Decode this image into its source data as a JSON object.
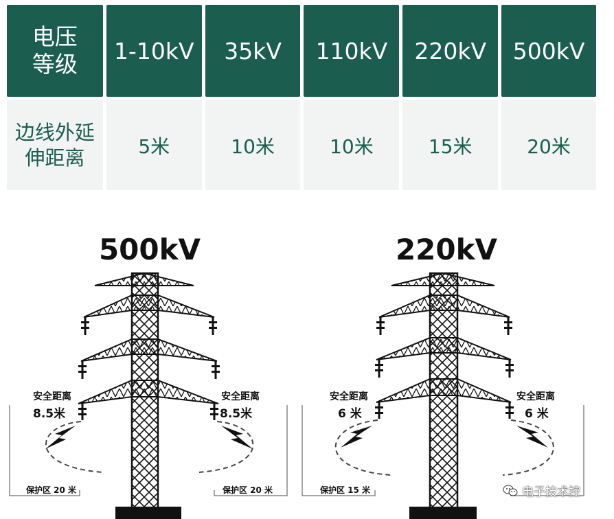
{
  "table": {
    "header_label": "电压等级",
    "voltages": [
      "1-10kV",
      "35kV",
      "110kV",
      "220kV",
      "500kV"
    ],
    "row_label": "边线外延伸距离",
    "distances": [
      "5米",
      "10米",
      "10米",
      "15米",
      "20米"
    ]
  },
  "diagram": {
    "left": {
      "title": "500kV",
      "safety_label": "安全距离",
      "safety_distance": "8.5米",
      "protection_zone": "保护区 20 米"
    },
    "right": {
      "title": "220kV",
      "safety_label": "安全距离",
      "safety_distance": "6 米",
      "protection_zone": "保护区 15 米"
    }
  },
  "watermark": {
    "text": "电子技术控",
    "icon": "wechat-icon"
  },
  "colors": {
    "header_bg": "#1b5e50",
    "body_bg": "#f1f4f3",
    "body_text": "#1b5e50"
  }
}
